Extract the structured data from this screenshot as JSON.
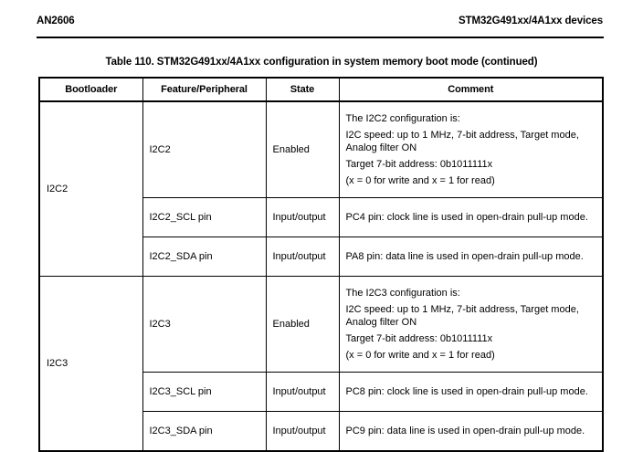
{
  "header": {
    "doc_id": "AN2606",
    "doc_subject": "STM32G491xx/4A1xx devices"
  },
  "table": {
    "caption": "Table 110. STM32G491xx/4A1xx configuration in system memory boot mode (continued)",
    "columns": [
      "Bootloader",
      "Feature/Peripheral",
      "State",
      "Comment"
    ],
    "groups": [
      {
        "bootloader": "I2C2",
        "rows": [
          {
            "feature": "I2C2",
            "state": "Enabled",
            "comment_lines": [
              "The I2C2 configuration is:",
              "I2C speed: up to 1 MHz, 7-bit address, Target mode, Analog filter ON",
              "Target 7-bit address: 0b1011111x",
              "(x = 0 for write and x = 1 for read)"
            ]
          },
          {
            "feature": "I2C2_SCL pin",
            "state": "Input/output",
            "comment_lines": [
              "PC4 pin: clock line is used in open-drain pull-up mode."
            ]
          },
          {
            "feature": "I2C2_SDA pin",
            "state": "Input/output",
            "comment_lines": [
              "PA8 pin: data line is used in open-drain pull-up mode."
            ]
          }
        ]
      },
      {
        "bootloader": "I2C3",
        "rows": [
          {
            "feature": "I2C3",
            "state": "Enabled",
            "comment_lines": [
              "The I2C3 configuration is:",
              "I2C speed: up to 1 MHz, 7-bit address, Target mode, Analog filter ON",
              "Target 7-bit address: 0b1011111x",
              "(x = 0 for write and x = 1 for read)"
            ]
          },
          {
            "feature": "I2C3_SCL pin",
            "state": "Input/output",
            "comment_lines": [
              "PC8 pin: clock line is used in open-drain pull-up mode."
            ]
          },
          {
            "feature": "I2C3_SDA pin",
            "state": "Input/output",
            "comment_lines": [
              "PC9 pin: data line is used in open-drain pull-up mode."
            ]
          }
        ]
      }
    ]
  }
}
